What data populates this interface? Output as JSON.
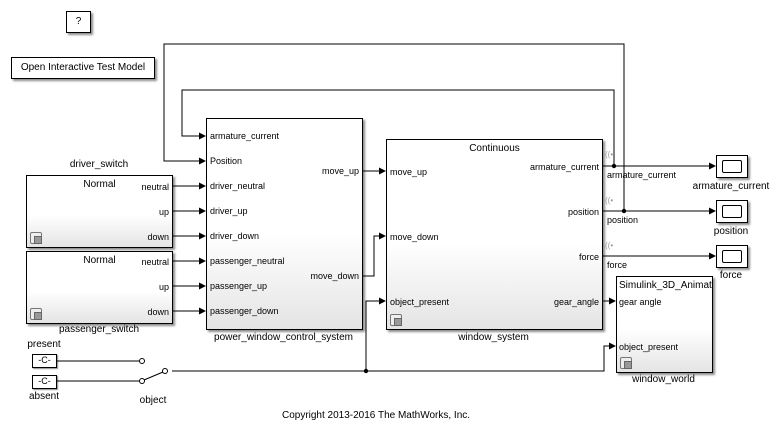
{
  "help_button": "?",
  "open_test_model_button": "Open Interactive Test Model",
  "driver_switch": {
    "name": "driver_switch",
    "mode": "Normal",
    "ports": [
      "neutral",
      "up",
      "down"
    ]
  },
  "passenger_switch": {
    "name": "passenger_switch",
    "mode": "Normal",
    "ports": [
      "neutral",
      "up",
      "down"
    ]
  },
  "control_system": {
    "name": "power_window_control_system",
    "inputs": [
      "armature_current",
      "Position",
      "driver_neutral",
      "driver_up",
      "driver_down",
      "passenger_neutral",
      "passenger_up",
      "passenger_down"
    ],
    "outputs": [
      "move_up",
      "move_down"
    ]
  },
  "window_system": {
    "name": "window_system",
    "mode": "Continuous",
    "inputs": [
      "move_up",
      "move_down",
      "object_present"
    ],
    "outputs": [
      "armature_current",
      "position",
      "force",
      "gear_angle"
    ]
  },
  "window_world": {
    "name": "window_world",
    "title": "Simulink_3D_Animat",
    "inputs": [
      "gear angle",
      "object_present"
    ]
  },
  "signals": {
    "armature_current": "armature_current",
    "position": "position",
    "force": "force"
  },
  "scopes": {
    "armature_current": "armature_current",
    "position": "position",
    "force": "force"
  },
  "constants": {
    "present_value": "-C-",
    "present_label": "present",
    "absent_value": "-C-",
    "absent_label": "absent"
  },
  "manual_switch": {
    "name": "object"
  },
  "copyright": "Copyright 2013-2016 The MathWorks, Inc."
}
